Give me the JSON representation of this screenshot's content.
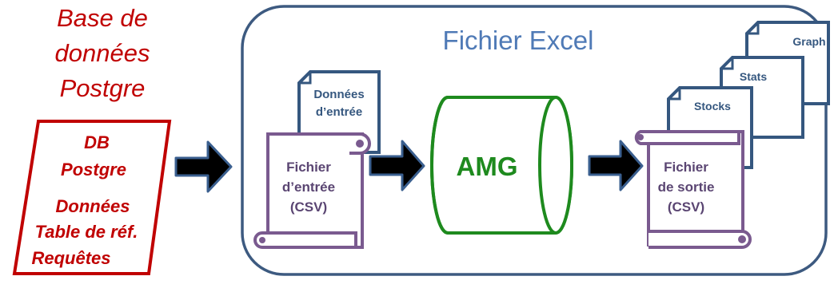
{
  "database": {
    "title_lines": [
      "Base de",
      "données",
      "Postgre"
    ],
    "box_lines": [
      "DB",
      "Postgre",
      "Données",
      "Table de réf.",
      "Requêtes"
    ]
  },
  "excel": {
    "title": "Fichier Excel"
  },
  "input_doc": {
    "lines": [
      "Données",
      "d’entrée"
    ]
  },
  "input_file": {
    "lines": [
      "Fichier",
      "d’entrée",
      "(CSV)"
    ]
  },
  "engine": {
    "label": "AMG"
  },
  "output_file": {
    "lines": [
      "Fichier",
      "de sortie",
      "(CSV)"
    ]
  },
  "output_docs": {
    "stocks": "Stocks",
    "stats": "Stats",
    "graph": "Graph"
  },
  "colors": {
    "db_red": "#c00000",
    "excel_border": "#3d5a80",
    "excel_title": "#4f7ab6",
    "doc_border": "#35577f",
    "scroll_purple": "#7a5a8f",
    "scroll_text": "#5a4572",
    "amg_green": "#1e8a1e",
    "arrow_fill": "#000000",
    "arrow_edge": "#3a5f8f"
  }
}
